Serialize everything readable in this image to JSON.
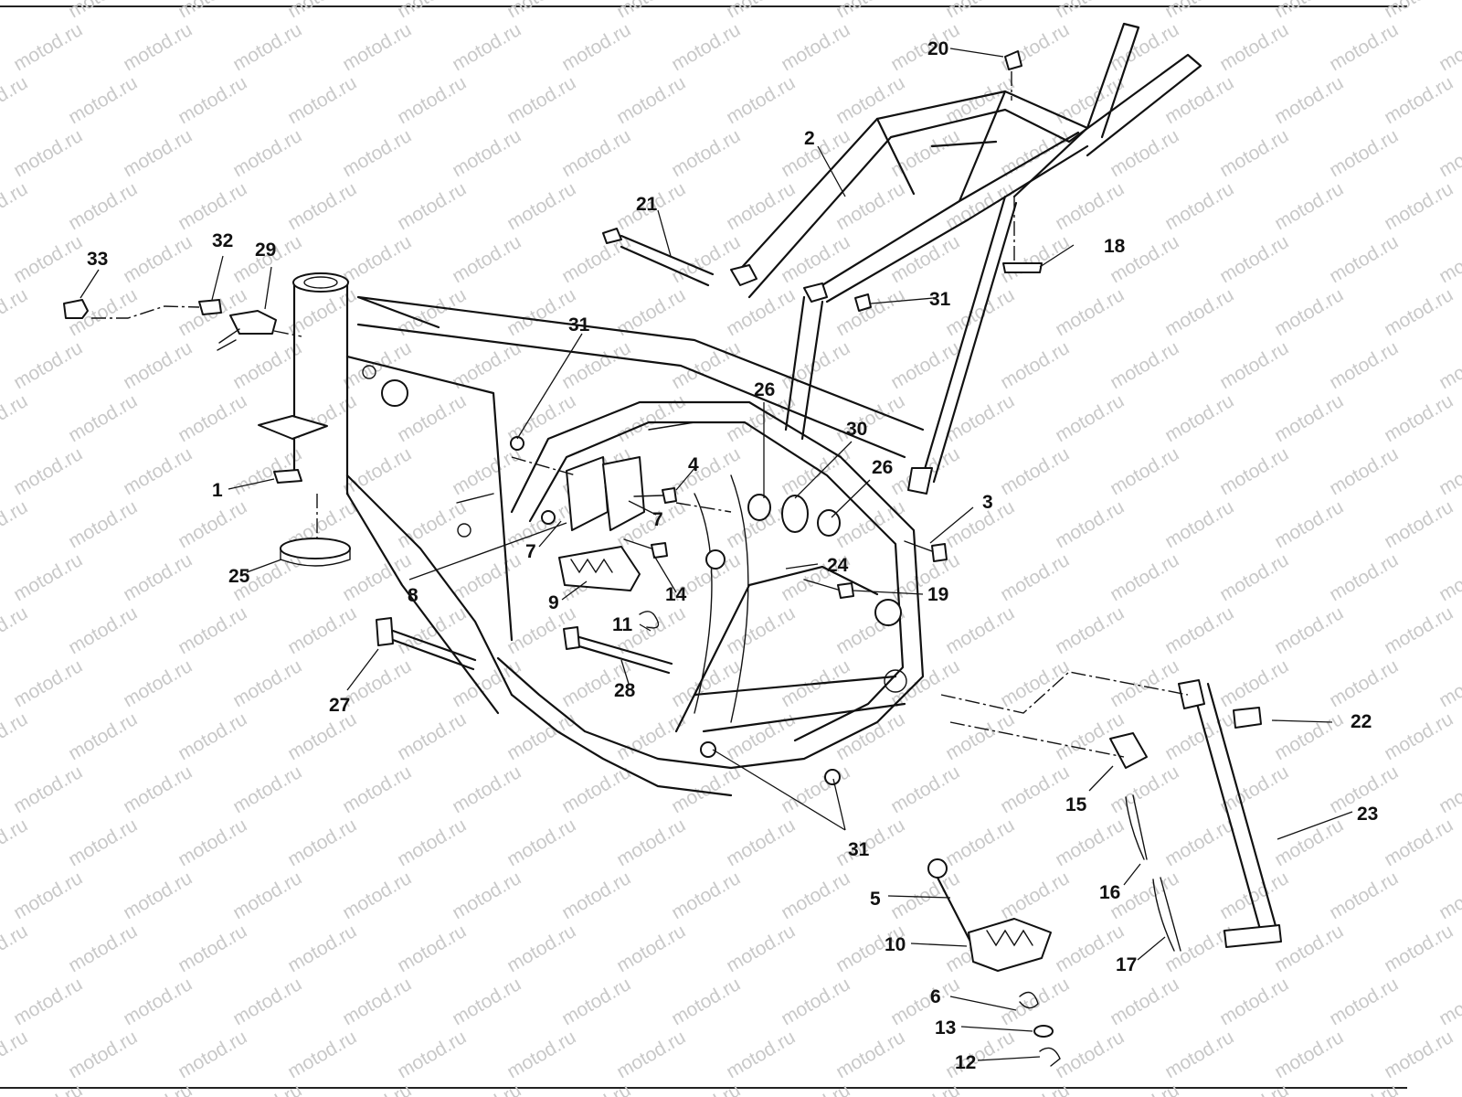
{
  "watermark": {
    "text": "motod.ru"
  },
  "callouts": {
    "c1": "1",
    "c2": "2",
    "c3": "3",
    "c4": "4",
    "c5": "5",
    "c6": "6",
    "c7a": "7",
    "c7b": "7",
    "c8": "8",
    "c9": "9",
    "c10": "10",
    "c11": "11",
    "c12": "12",
    "c13": "13",
    "c14": "14",
    "c15": "15",
    "c16": "16",
    "c17": "17",
    "c18": "18",
    "c19": "19",
    "c20": "20",
    "c21": "21",
    "c22": "22",
    "c23": "23",
    "c24": "24",
    "c25": "25",
    "c26a": "26",
    "c26b": "26",
    "c27": "27",
    "c28": "28",
    "c29": "29",
    "c30": "30",
    "c31a": "31",
    "c31b": "31",
    "c31c": "31",
    "c32": "32",
    "c33": "33"
  }
}
